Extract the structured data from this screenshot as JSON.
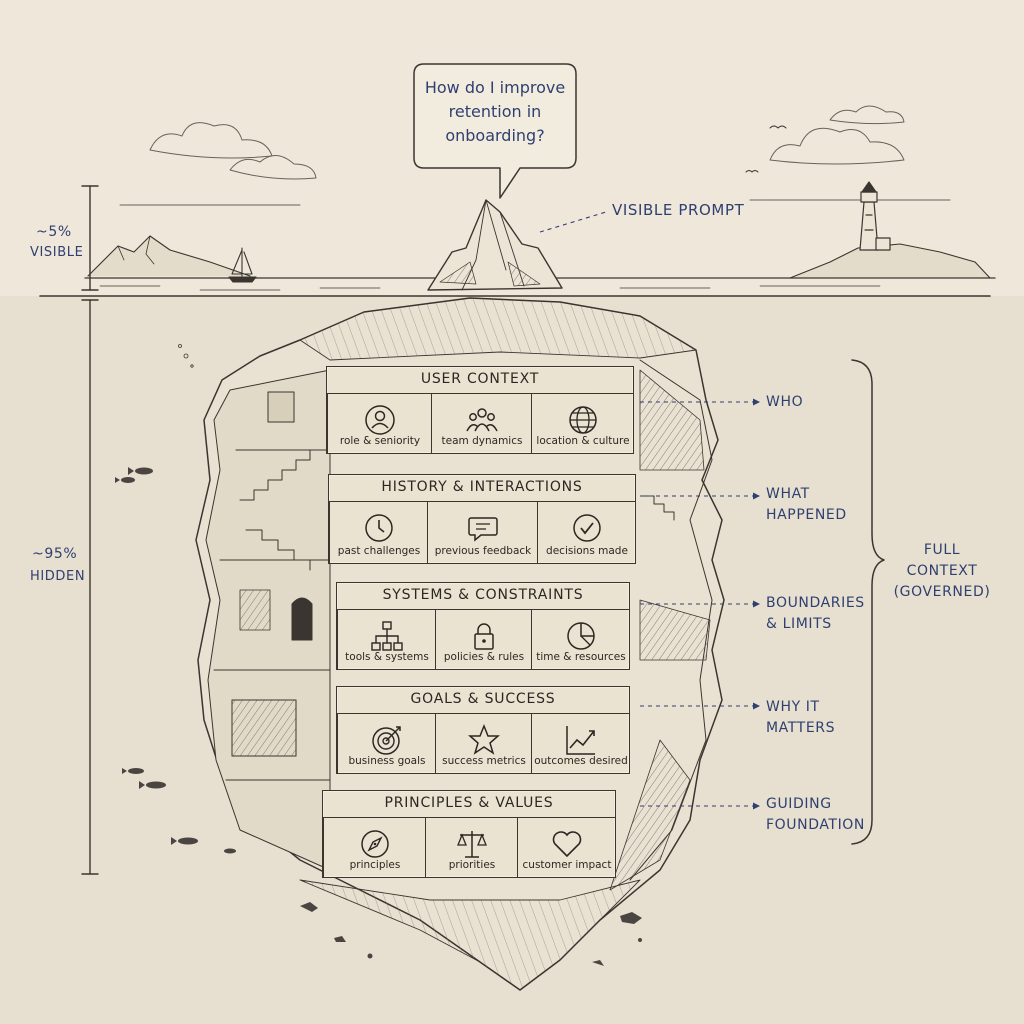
{
  "prompt_bubble": {
    "text": "How do I improve retention in onboarding?"
  },
  "callouts": {
    "visible_prompt": "VISIBLE PROMPT",
    "visible_share": "~5%",
    "visible_word": "VISIBLE",
    "hidden_share": "~95%",
    "hidden_word": "HIDDEN",
    "full_context_line1": "FULL CONTEXT",
    "full_context_line2": "(GOVERNED)"
  },
  "layers": [
    {
      "title": "USER CONTEXT",
      "annotation": [
        "WHO"
      ],
      "items": [
        {
          "label": "role & seniority",
          "icon": "person-icon"
        },
        {
          "label": "team dynamics",
          "icon": "team-icon"
        },
        {
          "label": "location & culture",
          "icon": "globe-icon"
        }
      ]
    },
    {
      "title": "HISTORY & INTERACTIONS",
      "annotation": [
        "WHAT",
        "HAPPENED"
      ],
      "items": [
        {
          "label": "past challenges",
          "icon": "clock-icon"
        },
        {
          "label": "previous feedback",
          "icon": "chat-icon"
        },
        {
          "label": "decisions made",
          "icon": "check-circle-icon"
        }
      ]
    },
    {
      "title": "SYSTEMS & CONSTRAINTS",
      "annotation": [
        "BOUNDARIES",
        "& LIMITS"
      ],
      "items": [
        {
          "label": "tools & systems",
          "icon": "hierarchy-icon"
        },
        {
          "label": "policies & rules",
          "icon": "lock-icon"
        },
        {
          "label": "time & resources",
          "icon": "pie-icon"
        }
      ]
    },
    {
      "title": "GOALS & SUCCESS",
      "annotation": [
        "WHY IT",
        "MATTERS"
      ],
      "items": [
        {
          "label": "business goals",
          "icon": "target-icon"
        },
        {
          "label": "success metrics",
          "icon": "star-icon"
        },
        {
          "label": "outcomes desired",
          "icon": "trend-icon"
        }
      ]
    },
    {
      "title": "PRINCIPLES & VALUES",
      "annotation": [
        "GUIDING",
        "FOUNDATION"
      ],
      "items": [
        {
          "label": "principles",
          "icon": "compass-icon"
        },
        {
          "label": "priorities",
          "icon": "scales-icon"
        },
        {
          "label": "customer impact",
          "icon": "heart-icon"
        }
      ]
    }
  ],
  "colors": {
    "paper": "#efe8da",
    "ink": "#3a3530",
    "annotation_blue": "#2f3f70",
    "water": "#e6dfcf"
  }
}
